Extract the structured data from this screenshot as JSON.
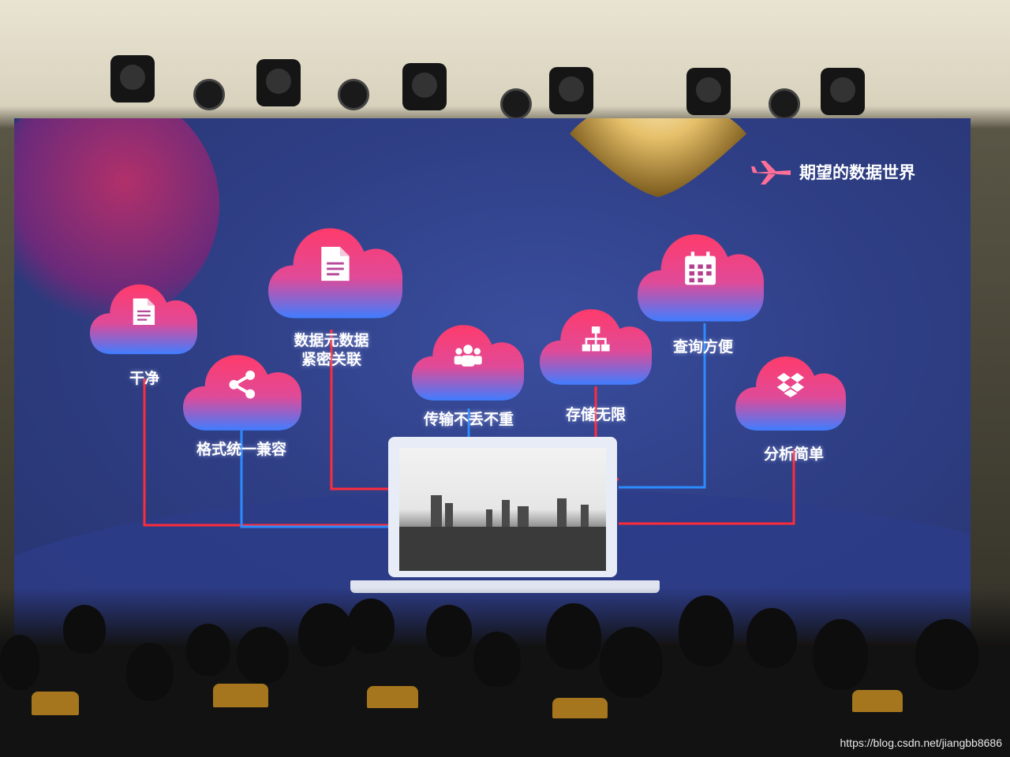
{
  "slide": {
    "title": "期望的数据世界",
    "center_label": "",
    "features": [
      {
        "label": "干净",
        "icon": "document-icon"
      },
      {
        "label": "格式统一兼容",
        "icon": "share-icon"
      },
      {
        "label": "数据元数据\n紧密关联",
        "icon": "file-icon"
      },
      {
        "label": "传输不丢不重",
        "icon": "users-icon"
      },
      {
        "label": "存储无限",
        "icon": "hierarchy-icon"
      },
      {
        "label": "查询方便",
        "icon": "calendar-icon"
      },
      {
        "label": "分析简单",
        "icon": "dropbox-icon"
      }
    ]
  },
  "watermark": "https://blog.csdn.net/jiangbb8686",
  "colors": {
    "cloud_top": "#ff3b6b",
    "cloud_bottom": "#3f7dff",
    "red_line": "#ff2c3a",
    "blue_line": "#2c8cff"
  }
}
